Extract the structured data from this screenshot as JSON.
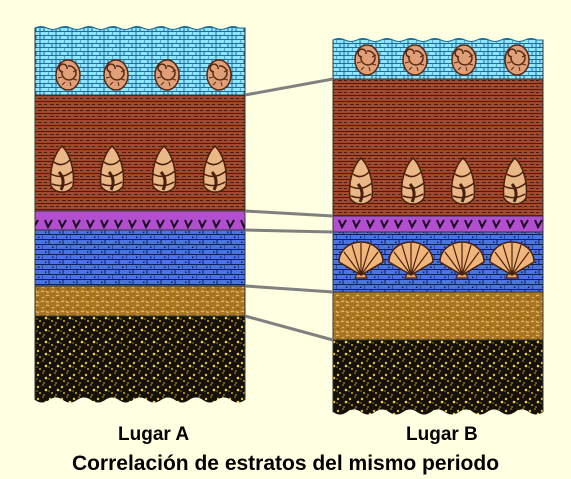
{
  "labels": {
    "site_a": "Lugar A",
    "site_b": "Lugar B",
    "caption": "Correlación de estratos del mismo periodo"
  },
  "colors": {
    "background": "#ffffe1",
    "limestone": "#8fe6ff",
    "shale_brown": "#a4472a",
    "purple_layer": "#b14fcf",
    "blue_layer": "#4a74e4",
    "sandstone": "#a8741e",
    "conglomerate": "#151108",
    "correlation_line": "#808080"
  },
  "columns": [
    {
      "name": "site_a",
      "layers": [
        {
          "type": "limestone",
          "fossil": "ammonite"
        },
        {
          "type": "shale",
          "fossil": "gastropod"
        },
        {
          "type": "purple",
          "fossil": "none"
        },
        {
          "type": "blue",
          "fossil": "none"
        },
        {
          "type": "sandstone",
          "fossil": "none"
        },
        {
          "type": "conglomerate",
          "fossil": "none"
        }
      ]
    },
    {
      "name": "site_b",
      "layers": [
        {
          "type": "limestone",
          "fossil": "ammonite"
        },
        {
          "type": "shale",
          "fossil": "gastropod"
        },
        {
          "type": "purple",
          "fossil": "none"
        },
        {
          "type": "blue",
          "fossil": "scallop"
        },
        {
          "type": "sandstone",
          "fossil": "none"
        },
        {
          "type": "conglomerate",
          "fossil": "none"
        }
      ]
    }
  ]
}
